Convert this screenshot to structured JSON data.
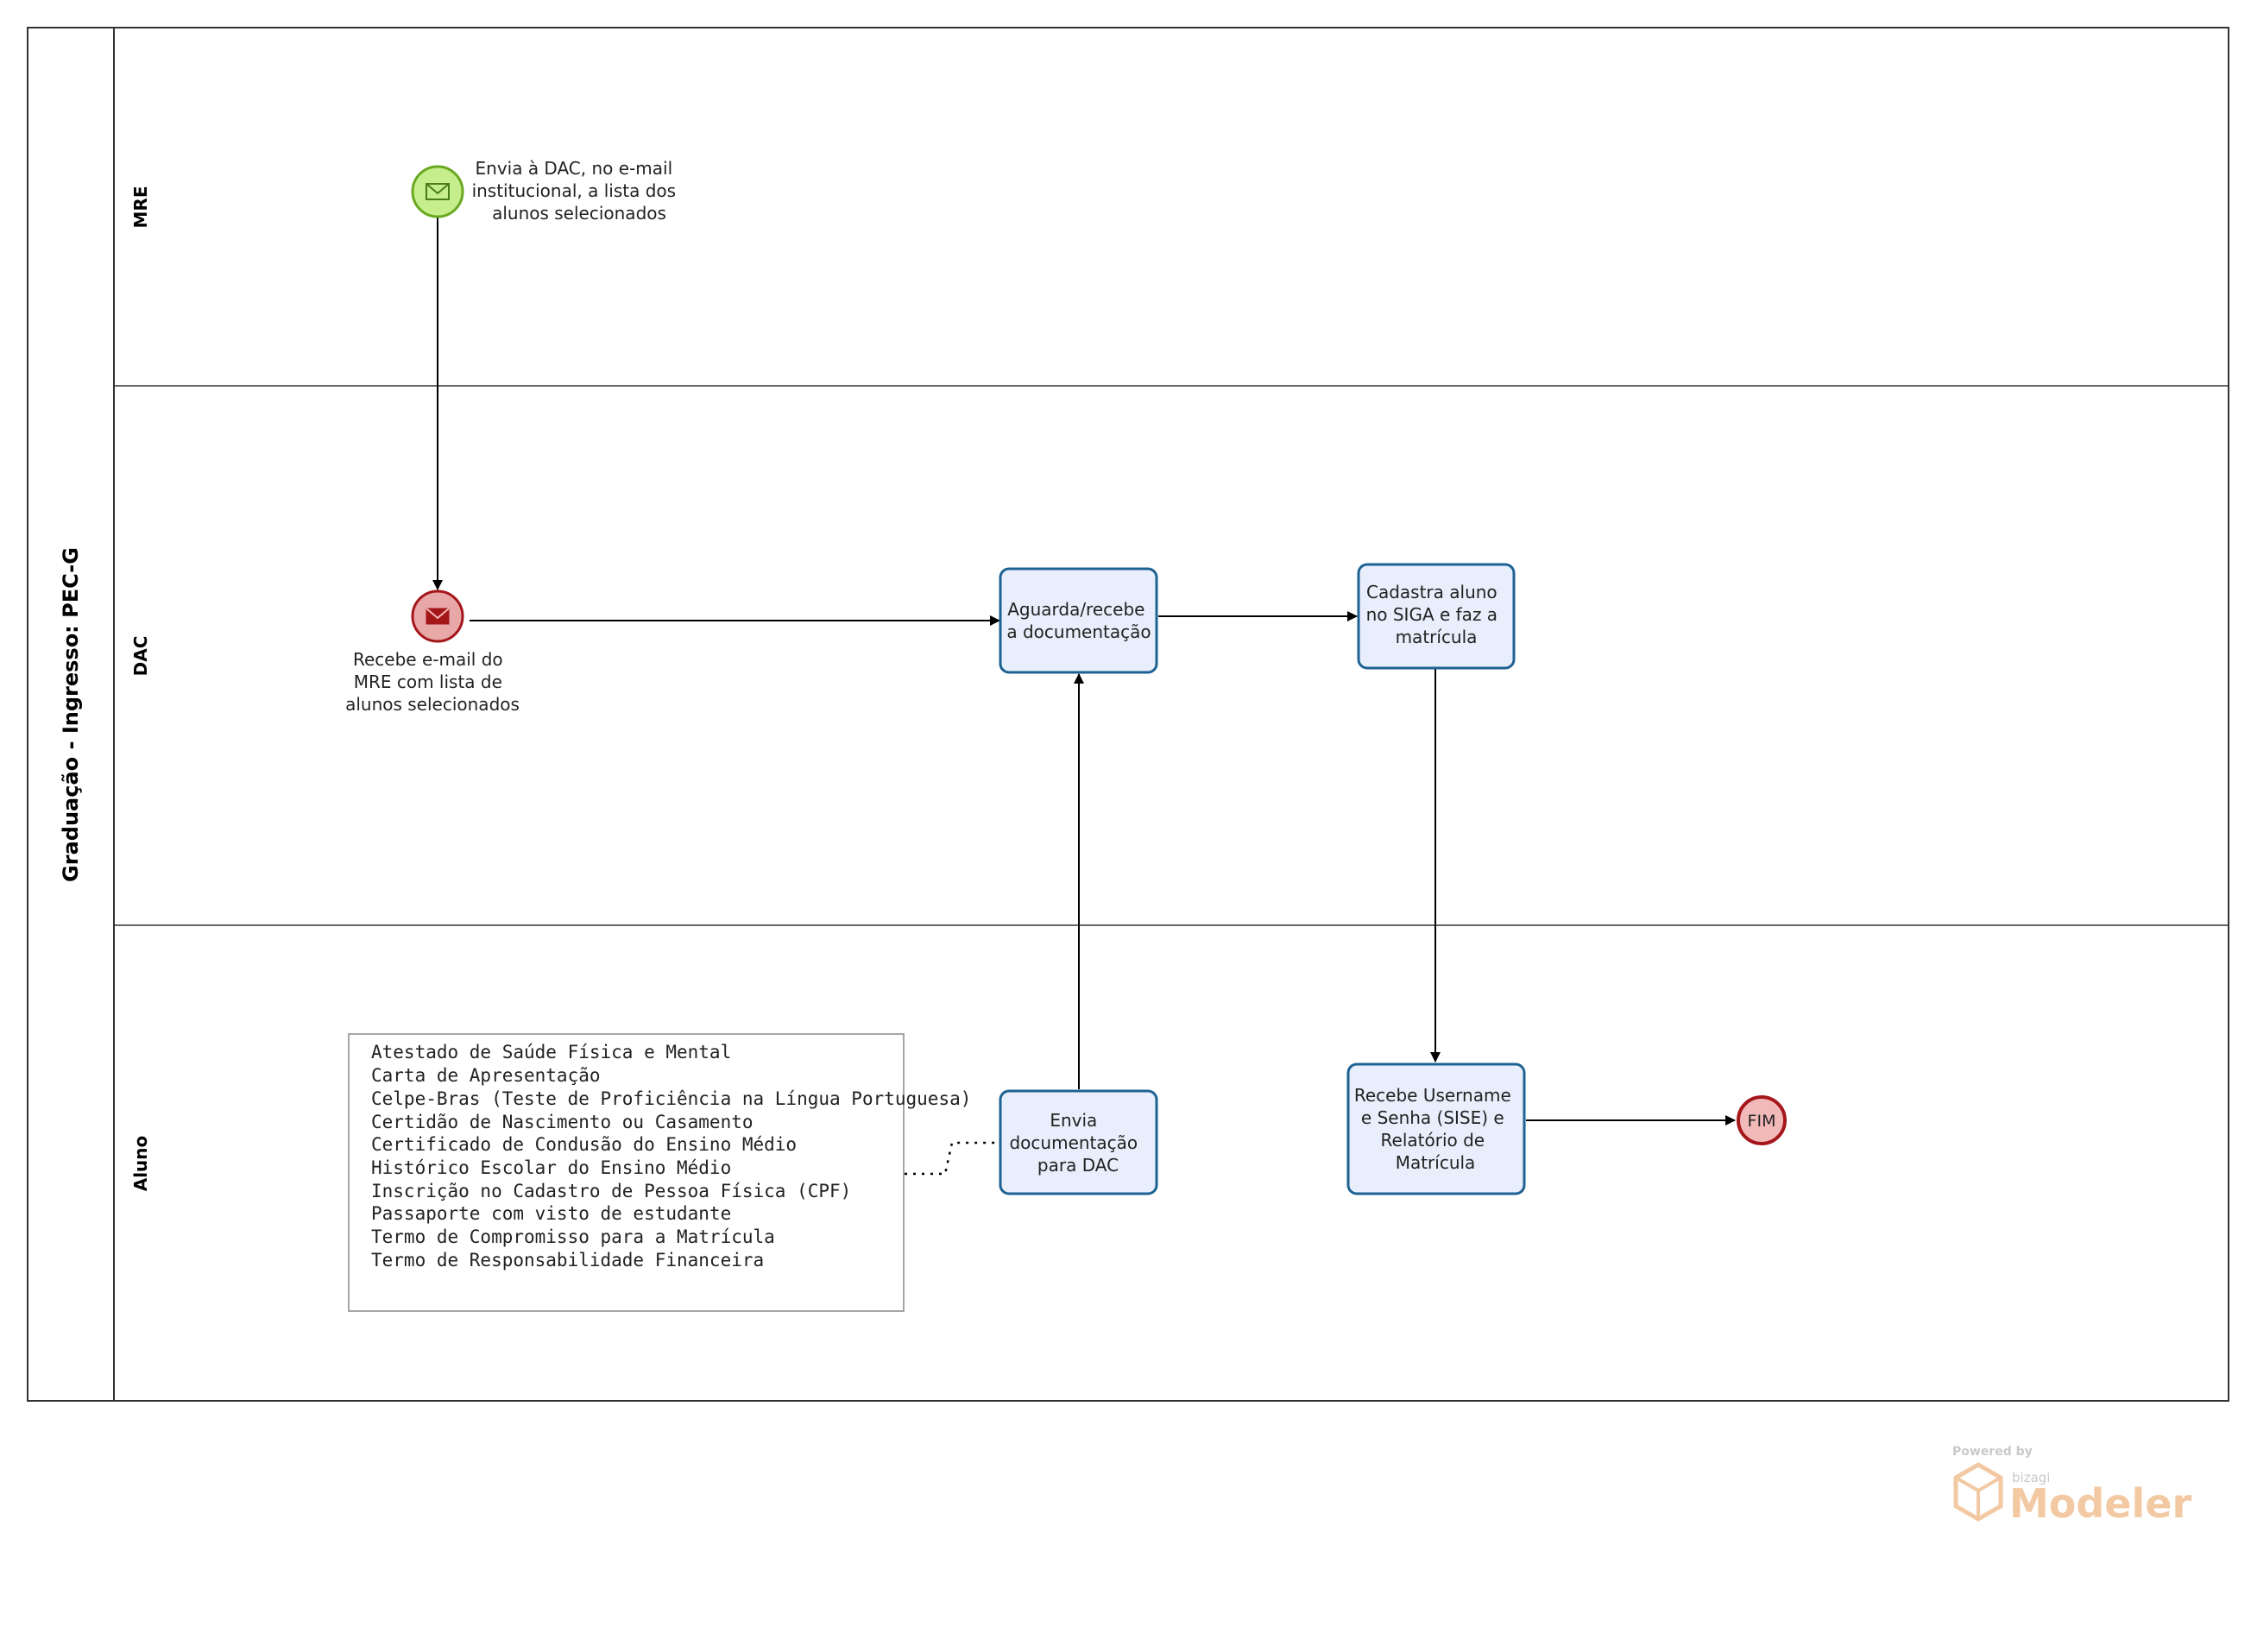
{
  "pool": {
    "title": "Graduação - Ingresso: PEC-G",
    "lanes": [
      "MRE",
      "DAC",
      "Aluno"
    ]
  },
  "events": {
    "start": {
      "label": [
        "Envia à DAC, no e-mail",
        "institucional, a lista dos",
        "alunos selecionados"
      ]
    },
    "intermediate": {
      "label": [
        "Recebe e-mail do",
        "MRE com lista de",
        "alunos selecionados"
      ]
    },
    "end": {
      "label": "FIM"
    }
  },
  "tasks": {
    "aguarda": [
      "Aguarda/recebe",
      "a documentação"
    ],
    "cadastra": [
      "Cadastra aluno",
      "no SIGA e faz a",
      "matrícula"
    ],
    "envia": [
      "Envia",
      "documentação",
      "para DAC"
    ],
    "recebe": [
      "Recebe Username",
      "e Senha (SISE) e",
      "Relatório de",
      "Matrícula"
    ]
  },
  "annotation": [
    "Atestado de Saúde Física e Mental",
    "Carta de Apresentação",
    "Celpe-Bras (Teste de Proficiência na Língua Portuguesa)",
    "Certidão de Nascimento ou Casamento",
    "Certificado de Condusão do Ensino Médio",
    "Histórico Escolar do Ensino Médio",
    "Inscrição no Cadastro de Pessoa Física (CPF)",
    "Passaporte com visto de estudante",
    "Termo de Compromisso para a Matrícula",
    "Termo de Responsabilidade Financeira"
  ],
  "watermark": {
    "powered_by": "Powered by",
    "brand": "bizagi",
    "product": "Modeler"
  },
  "colors": {
    "task_fill": "#e8eefb",
    "task_stroke": "#1e6293",
    "start_fill": "#c6ee8c",
    "start_stroke": "#6aa821",
    "message_fill": "#e8a8a8",
    "message_stroke": "#a5161a",
    "end_fill": "#f2b9b9",
    "end_stroke": "#a5161a"
  }
}
